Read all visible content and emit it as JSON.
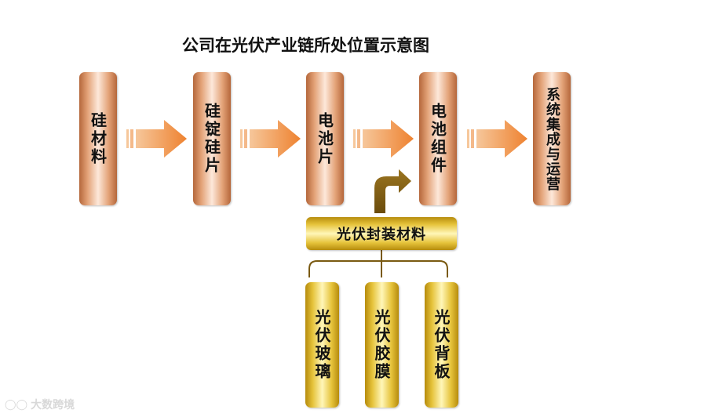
{
  "title": "公司在光伏产业链所处位置示意图",
  "chain": [
    {
      "label": "硅材料"
    },
    {
      "label": "硅锭硅片"
    },
    {
      "label": "电池片"
    },
    {
      "label": "电池组件"
    },
    {
      "label": "系统集成与运营"
    }
  ],
  "packaging": {
    "label": "光伏封装材料",
    "items": [
      {
        "label": "光伏玻璃"
      },
      {
        "label": "光伏胶膜"
      },
      {
        "label": "光伏背板"
      }
    ]
  },
  "watermark": "大数跨境",
  "colors": {
    "copper": "#e3a277",
    "gold": "#e6c33b",
    "arrow_orange": "#ee8230",
    "arrow_brown": "#7a5a12"
  }
}
